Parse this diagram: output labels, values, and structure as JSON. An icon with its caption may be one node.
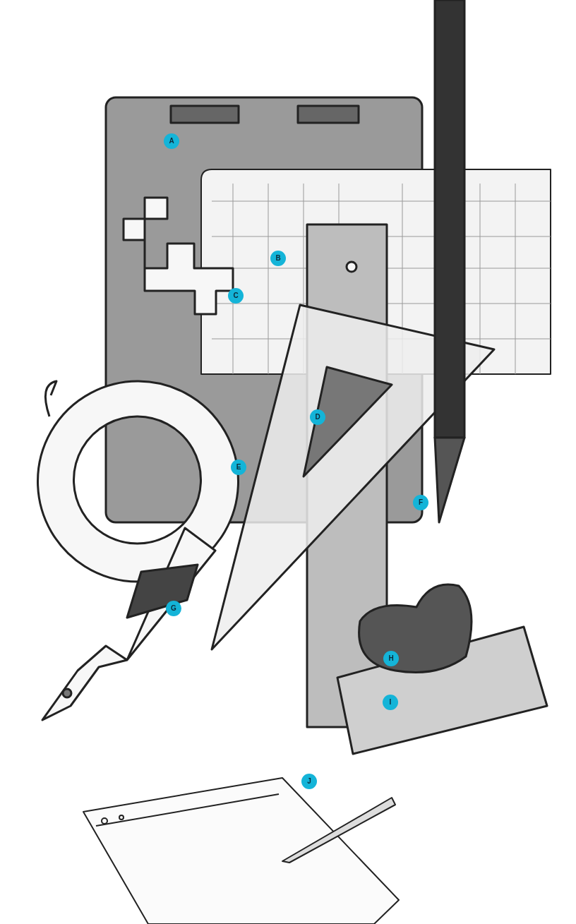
{
  "diagram": {
    "labels": [
      "A",
      "B",
      "C",
      "D",
      "E",
      "F",
      "G",
      "H",
      "I",
      "J"
    ]
  }
}
